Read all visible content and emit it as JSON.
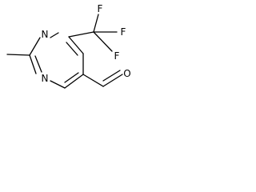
{
  "molecule": {
    "atoms": {
      "n1": "N",
      "n3": "N",
      "f1": "F",
      "f2": "F",
      "f3": "F",
      "o": "O"
    }
  }
}
